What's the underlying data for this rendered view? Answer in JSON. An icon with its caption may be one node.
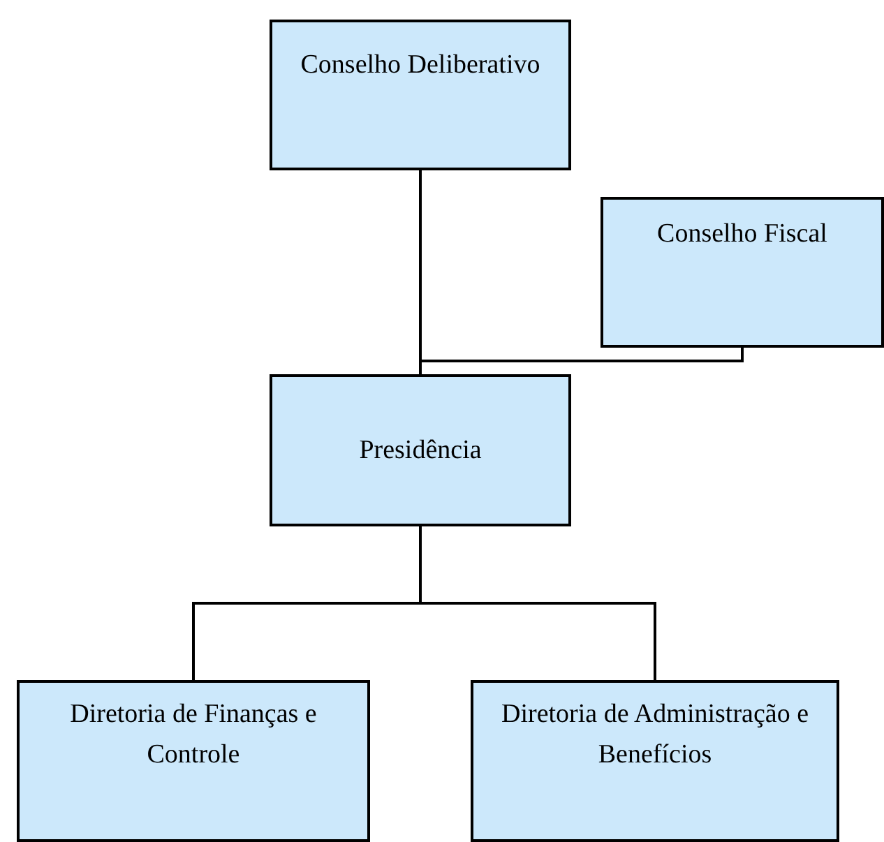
{
  "diagram": {
    "nodes": [
      {
        "text": [
          "Conselho Deliberativo"
        ]
      },
      {
        "text": [
          "Conselho Fiscal"
        ]
      },
      {
        "text": [
          "Presidência"
        ]
      },
      {
        "text": [
          "Diretoria de Finanças e Controle"
        ]
      },
      {
        "text": [
          "Diretoria de Administração e Benefícios"
        ]
      }
    ],
    "edges": [
      {
        "from": 0,
        "to": 2,
        "arrow": "none"
      },
      {
        "from": 1,
        "to": 2,
        "arrow": "none"
      },
      {
        "from": 2,
        "to": 3,
        "arrow": "none"
      },
      {
        "from": 2,
        "to": 4,
        "arrow": "none"
      }
    ]
  }
}
